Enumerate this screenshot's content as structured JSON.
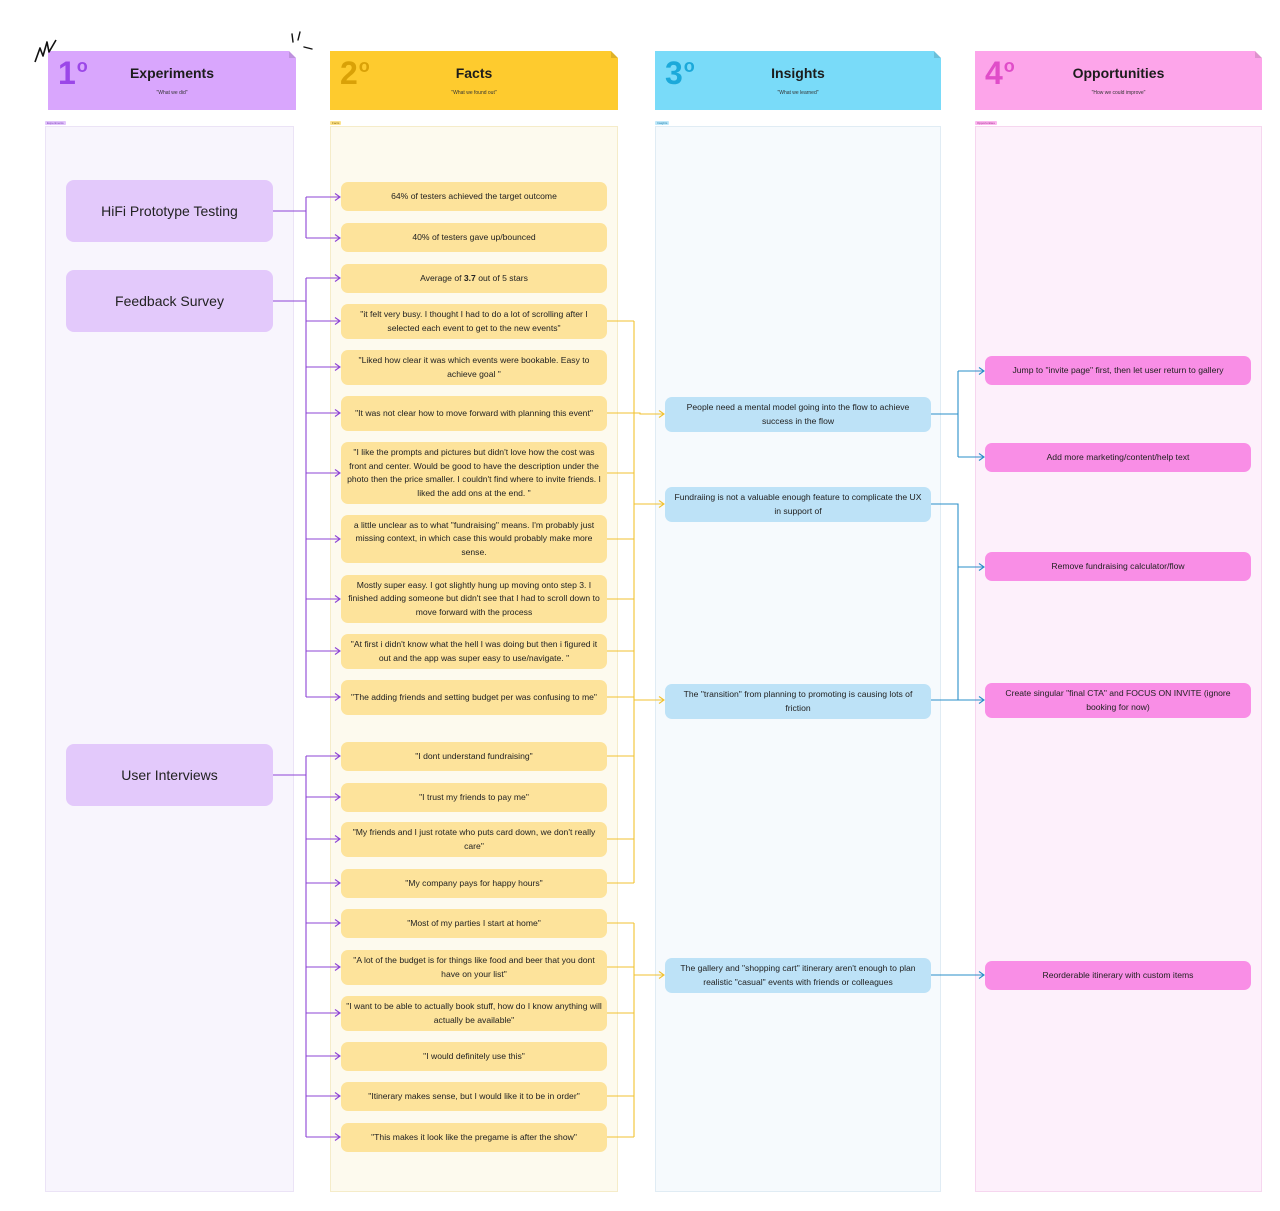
{
  "columns": [
    {
      "num": "1",
      "title": "Experiments",
      "subtitle": "\"What we did\"",
      "tag": "Experiments",
      "color": "#d9a6fd",
      "body_bg": "#f8f5fd",
      "accent": "#9b47e8"
    },
    {
      "num": "2",
      "title": "Facts",
      "subtitle": "\"What we found out\"",
      "tag": "Facts",
      "color": "#fecb2e",
      "body_bg": "#fdfaee",
      "accent": "#d9a107"
    },
    {
      "num": "3",
      "title": "Insights",
      "subtitle": "\"What we learned\"",
      "tag": "Insights",
      "color": "#79dbf9",
      "body_bg": "#f6fafd",
      "accent": "#1ba9da"
    },
    {
      "num": "4",
      "title": "Opportunities",
      "subtitle": "\"How we could improve\"",
      "tag": "Opportunities",
      "color": "#fda5ea",
      "body_bg": "#fdf0fb",
      "accent": "#e04dc9"
    }
  ],
  "experiments": [
    "HiFi Prototype Testing",
    "Feedback Survey",
    "User Interviews"
  ],
  "facts": [
    "64% of testers achieved the target outcome",
    "40% of testers gave up/bounced",
    {
      "pre": "Average of ",
      "bold": "3.7",
      "post": " out of 5 stars"
    },
    "\"it felt very busy. I thought I had to do a lot of scrolling after I selected each event to get to the new events\"",
    "\"Liked how clear it was which events were bookable. Easy to achieve goal \"",
    "\"It was not clear how to move forward with planning this event\"",
    "\"I like the prompts and pictures but didn't love how the cost was front and center. Would be good to have the description under the photo then the price smaller. I couldn't find where to invite friends. I liked the add ons at the end. \"",
    "a little unclear as to what \"fundraising\" means. I'm probably just missing context, in which case this would probably make more sense.",
    "Mostly super easy. I got slightly hung up moving onto step 3. I finished adding someone but didn't see that I had to scroll down to move forward with the process",
    "\"At first i didn't know what the hell I was doing but then i figured it out and the app was super easy to use/navigate. \"",
    "\"The adding friends and setting budget per was confusing to me\"",
    "\"I dont understand fundraising\"",
    "\"I trust my friends to pay me\"",
    "\"My friends and I just rotate who puts card down, we don't really care\"",
    "\"My company pays for happy hours\"",
    "\"Most of my parties I start at home\"",
    "\"A lot of the budget is for things like food and beer that you dont have on your list\"",
    "\"I want to be able to actually book stuff, how do I know anything will actually be available\"",
    "\"I would definitely use this\"",
    "\"Itinerary makes sense, but I would like it to be in order\"",
    "\"This makes it look like the pregame is after the show\""
  ],
  "insights": [
    "People need a mental model going into the flow to achieve success in the flow",
    "Fundraiing is not a valuable enough feature to complicate the UX in support of",
    "The \"transition\" from planning to promoting is causing lots of friction",
    "The gallery and \"shopping cart\" itinerary aren't enough to plan realistic \"casual\" events with friends or colleagues"
  ],
  "opportunities": [
    "Jump to \"invite page\" first, then let user return to gallery",
    "Add more marketing/content/help text",
    "Remove fundraising calculator/flow",
    "Create singular \"final CTA\" and FOCUS ON INVITE (ignore booking for now)",
    "Reorderable itinerary with custom items"
  ],
  "colors": {
    "experiment_link": "#8e44d6",
    "fact_link": "#f2c230",
    "insight_link": "#2a8fc9"
  }
}
